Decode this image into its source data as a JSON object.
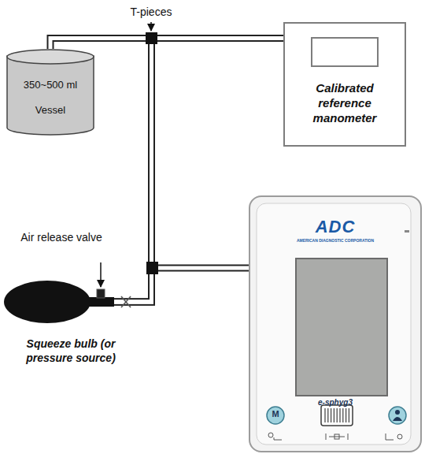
{
  "diagram": {
    "nodes": [
      {
        "text": [
          "350~500 ml",
          "Vessel"
        ]
      },
      {
        "text": [
          "Calibrated reference manometer"
        ]
      },
      {
        "text": [
          "ADC",
          "AMERICAN DIAGNOSTIC CORPORATION",
          "e-sphyg3"
        ]
      },
      {
        "text": [
          "Squeeze bulb (or pressure source)"
        ]
      }
    ],
    "edges": [
      {
        "from": 3,
        "to": 0,
        "arrow": "none"
      },
      {
        "from": 3,
        "to": 1,
        "arrow": "none"
      },
      {
        "from": 3,
        "to": 2,
        "arrow": "none"
      }
    ],
    "labels": [
      "T-pieces",
      "Air release valve",
      "M"
    ]
  }
}
